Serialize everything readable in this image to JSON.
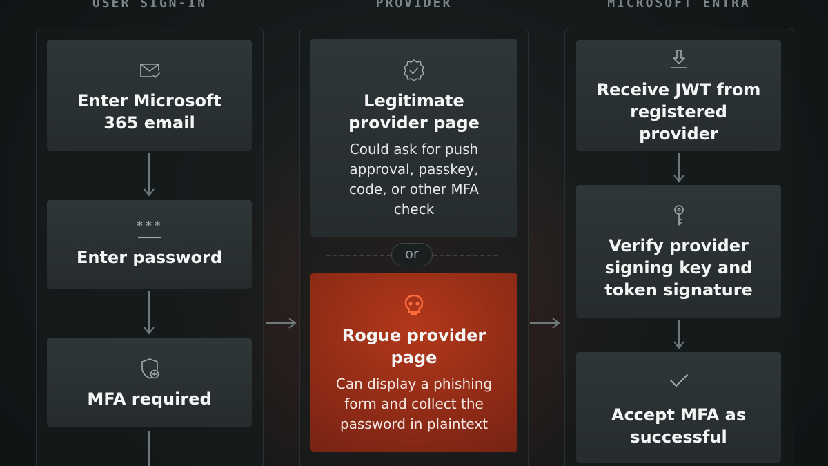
{
  "columns": [
    {
      "header": "USER SIGN-IN"
    },
    {
      "header": "PROVIDER"
    },
    {
      "header": "MICROSOFT ENTRA"
    }
  ],
  "user_signin": {
    "steps": [
      {
        "icon": "mail-check-icon",
        "title": "Enter Microsoft 365 email"
      },
      {
        "icon": "password-asterisks-icon",
        "icon_text": "***",
        "title": "Enter password"
      },
      {
        "icon": "shield-plus-icon",
        "title": "MFA required"
      }
    ]
  },
  "provider": {
    "legit": {
      "icon": "verified-badge-icon",
      "title": "Legitimate provider page",
      "desc": "Could ask for push approval, passkey, code, or other MFA check"
    },
    "separator": "or",
    "rogue": {
      "icon": "skull-icon",
      "title": "Rogue provider page",
      "desc": "Can display a phishing form and collect the password in plaintext",
      "accent": "#b2381b"
    }
  },
  "entra": {
    "steps": [
      {
        "icon": "download-icon",
        "title": "Receive JWT from registered provider"
      },
      {
        "icon": "key-icon",
        "title": "Verify provider signing key and token signature"
      },
      {
        "icon": "checkmark-icon",
        "title": "Accept MFA as successful"
      }
    ]
  },
  "colors": {
    "background": "#121617",
    "card": "#2b3234",
    "arrow": "#6f7a7c",
    "rogue": "#b2381b",
    "rogue_icon": "#ff6b3d"
  }
}
